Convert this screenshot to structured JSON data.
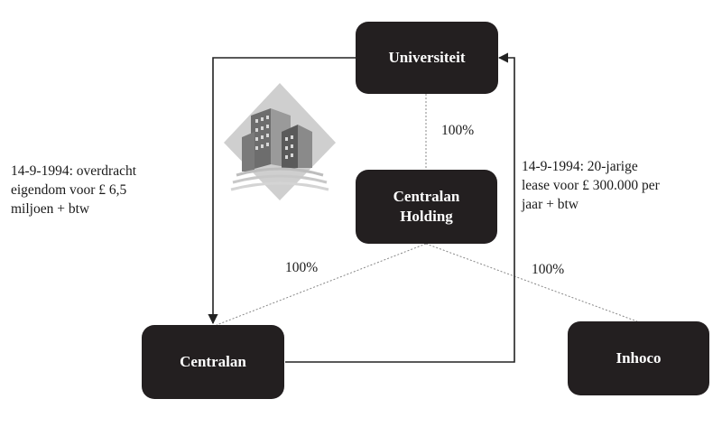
{
  "nodes": {
    "universiteit": "Universiteit",
    "holding_line1": "Centralan",
    "holding_line2": "Holding",
    "centralan": "Centralan",
    "inhoco": "Inhoco"
  },
  "ownership": {
    "universiteit_holding": "100%",
    "holding_centralan": "100%",
    "holding_inhoco": "100%"
  },
  "transactions": {
    "transfer": [
      "14-9-1994: overdracht",
      "eigendom voor £ 6,5",
      "miljoen + btw"
    ],
    "lease": [
      "14-9-1994: 20-jarige",
      "lease voor £ 300.000 per",
      "jaar + btw"
    ]
  },
  "icons": {
    "building": "office-buildings-icon"
  },
  "colors": {
    "node_fill": "#231f20",
    "node_text": "#ffffff",
    "line": "#222222",
    "dotted": "#888888"
  }
}
